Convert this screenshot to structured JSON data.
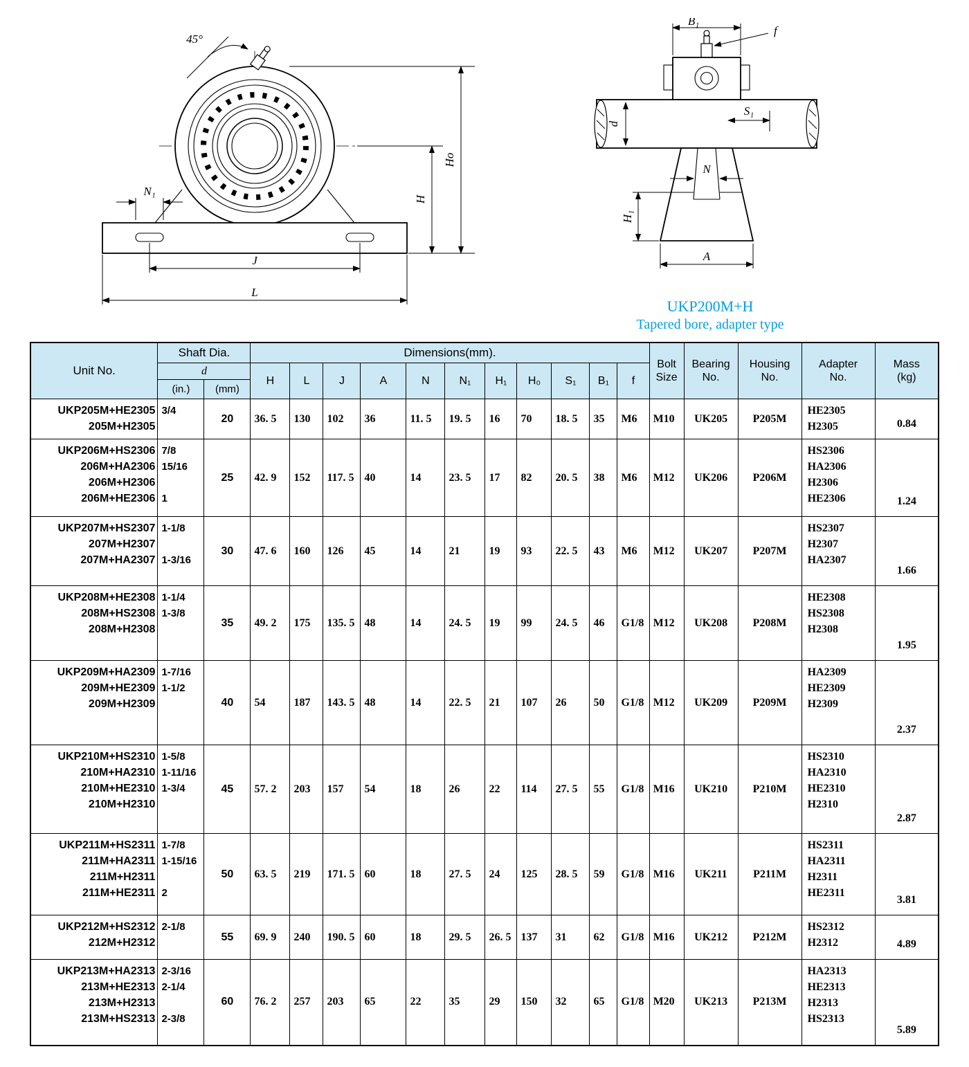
{
  "colors": {
    "accent": "#00A0E9",
    "header_bg": "#CDE8F5",
    "line": "#000000"
  },
  "caption": {
    "title": "UKP200M+H",
    "subtitle": "Tapered bore, adapter type"
  },
  "drawing": {
    "front": {
      "angle": "45°",
      "n1": "N₁",
      "h": "H",
      "ho": "Ho",
      "j": "J",
      "l": "L"
    },
    "side": {
      "b1": "B₁",
      "f": "f",
      "s1": "S₁",
      "d": "d",
      "n": "N",
      "h1": "H₁",
      "a": "A"
    }
  },
  "table": {
    "header": {
      "unit_no": "Unit No.",
      "shaft_dia": "Shaft Dia.",
      "d": "d",
      "in_unit": "(in.)",
      "mm_unit": "(mm)",
      "dimensions": "Dimensions(mm).",
      "dim_cols": [
        "H",
        "L",
        "J",
        "A",
        "N",
        "N₁",
        "H₁",
        "H₀",
        "S₁",
        "B₁",
        "f"
      ],
      "bolt_size": [
        "Bolt",
        "Size"
      ],
      "bearing_no": [
        "Bearing",
        "No."
      ],
      "housing_no": [
        "Housing",
        "No."
      ],
      "adapter_no": [
        "Adapter",
        "No."
      ],
      "mass": [
        "Mass",
        "(kg)"
      ]
    },
    "rows": [
      {
        "units": [
          "UKP205M+HE2305",
          "205M+H2305"
        ],
        "in": [
          "3/4"
        ],
        "mm": "20",
        "dims": [
          "36. 5",
          "130",
          "102",
          "36",
          "11. 5",
          "19. 5",
          "16",
          "70",
          "18. 5",
          "35",
          "M6"
        ],
        "bolt": "M10",
        "bearing": "UK205",
        "housing": "P205M",
        "adapter": [
          "HE2305",
          "H2305"
        ],
        "mass": "0.84"
      },
      {
        "units": [
          "UKP206M+HS2306",
          "206M+HA2306",
          "206M+H2306",
          "206M+HE2306"
        ],
        "in": [
          "7/8",
          "15/16",
          "",
          "1"
        ],
        "mm": "25",
        "dims": [
          "42. 9",
          "152",
          "117. 5",
          "40",
          "14",
          "23. 5",
          "17",
          "82",
          "20. 5",
          "38",
          "M6"
        ],
        "bolt": "M12",
        "bearing": "UK206",
        "housing": "P206M",
        "adapter": [
          "HS2306",
          "HA2306",
          "H2306",
          "HE2306"
        ],
        "mass": "1.24"
      },
      {
        "units": [
          "UKP207M+HS2307",
          "207M+H2307",
          "207M+HA2307"
        ],
        "in": [
          "1-1/8",
          "",
          "1-3/16"
        ],
        "mm": "30",
        "dims": [
          "47. 6",
          "160",
          "126",
          "45",
          "14",
          "21",
          "19",
          "93",
          "22. 5",
          "43",
          "M6"
        ],
        "bolt": "M12",
        "bearing": "UK207",
        "housing": "P207M",
        "adapter": [
          "HS2307",
          "H2307",
          "HA2307"
        ],
        "mass": "1.66"
      },
      {
        "units": [
          "UKP208M+HE2308",
          "208M+HS2308",
          "208M+H2308"
        ],
        "in": [
          "1-1/4",
          "1-3/8"
        ],
        "mm": "35",
        "dims": [
          "49. 2",
          "175",
          "135. 5",
          "48",
          "14",
          "24. 5",
          "19",
          "99",
          "24. 5",
          "46",
          "G1/8"
        ],
        "bolt": "M12",
        "bearing": "UK208",
        "housing": "P208M",
        "adapter": [
          "HE2308",
          "HS2308",
          "H2308"
        ],
        "mass": "1.95"
      },
      {
        "units": [
          "UKP209M+HA2309",
          "209M+HE2309",
          "209M+H2309"
        ],
        "in": [
          "1-7/16",
          "1-1/2"
        ],
        "mm": "40",
        "dims": [
          "54",
          "187",
          "143. 5",
          "48",
          "14",
          "22. 5",
          "21",
          "107",
          "26",
          "50",
          "G1/8"
        ],
        "bolt": "M12",
        "bearing": "UK209",
        "housing": "P209M",
        "adapter": [
          "HA2309",
          "HE2309",
          "H2309"
        ],
        "mass": "2.37"
      },
      {
        "units": [
          "UKP210M+HS2310",
          "210M+HA2310",
          "210M+HE2310",
          "210M+H2310"
        ],
        "in": [
          "1-5/8",
          "1-11/16",
          "1-3/4"
        ],
        "mm": "45",
        "dims": [
          "57. 2",
          "203",
          "157",
          "54",
          "18",
          "26",
          "22",
          "114",
          "27. 5",
          "55",
          "G1/8"
        ],
        "bolt": "M16",
        "bearing": "UK210",
        "housing": "P210M",
        "adapter": [
          "HS2310",
          "HA2310",
          "HE2310",
          "H2310"
        ],
        "mass": "2.87"
      },
      {
        "units": [
          "UKP211M+HS2311",
          "211M+HA2311",
          "211M+H2311",
          "211M+HE2311"
        ],
        "in": [
          "1-7/8",
          "1-15/16",
          "",
          "2"
        ],
        "mm": "50",
        "dims": [
          "63. 5",
          "219",
          "171. 5",
          "60",
          "18",
          "27. 5",
          "24",
          "125",
          "28. 5",
          "59",
          "G1/8"
        ],
        "bolt": "M16",
        "bearing": "UK211",
        "housing": "P211M",
        "adapter": [
          "HS2311",
          "HA2311",
          "H2311",
          "HE2311"
        ],
        "mass": "3.81"
      },
      {
        "units": [
          "UKP212M+HS2312",
          "212M+H2312"
        ],
        "in": [
          "2-1/8"
        ],
        "mm": "55",
        "dims": [
          "69. 9",
          "240",
          "190. 5",
          "60",
          "18",
          "29. 5",
          "26. 5",
          "137",
          "31",
          "62",
          "G1/8"
        ],
        "bolt": "M16",
        "bearing": "UK212",
        "housing": "P212M",
        "adapter": [
          "HS2312",
          "H2312"
        ],
        "mass": "4.89"
      },
      {
        "units": [
          "UKP213M+HA2313",
          "213M+HE2313",
          "213M+H2313",
          "213M+HS2313"
        ],
        "in": [
          "2-3/16",
          "2-1/4",
          "",
          "2-3/8"
        ],
        "mm": "60",
        "dims": [
          "76. 2",
          "257",
          "203",
          "65",
          "22",
          "35",
          "29",
          "150",
          "32",
          "65",
          "G1/8"
        ],
        "bolt": "M20",
        "bearing": "UK213",
        "housing": "P213M",
        "adapter": [
          "HA2313",
          "HE2313",
          "H2313",
          "HS2313"
        ],
        "mass": "5.89"
      }
    ]
  }
}
